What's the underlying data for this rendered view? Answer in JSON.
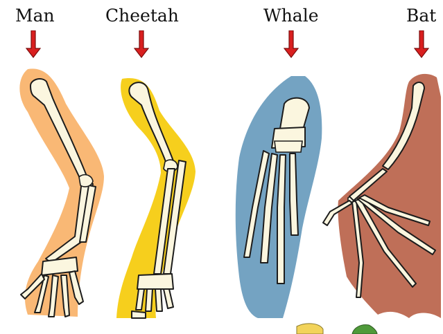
{
  "labels": {
    "man": "Man",
    "cheetah": "Cheetah",
    "whale": "Whale",
    "bat": "Bat"
  },
  "icons": {
    "arrow": "down-arrow-icon"
  },
  "colors": {
    "man_bg": "#f9b875",
    "cheetah_bg": "#f6cf1d",
    "whale_bg": "#74a3c2",
    "bat_bg": "#bf6f58",
    "bone_fill": "#fbf6df",
    "bone_outline": "#1c1c1c",
    "arrow": "#d91f1f",
    "leaf_yellow": "#f2d35a",
    "leaf_green": "#4f9a3a"
  }
}
